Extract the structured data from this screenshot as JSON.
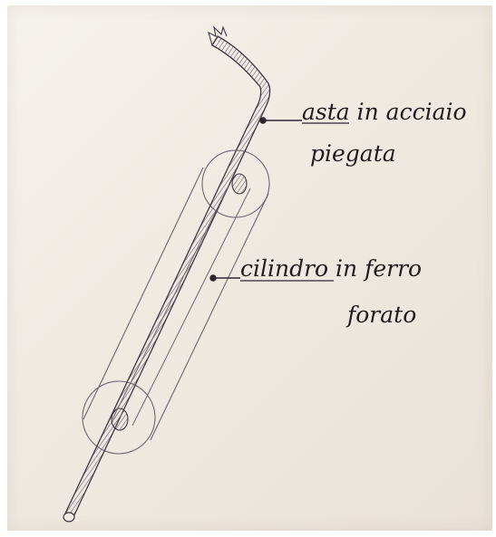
{
  "diagram": {
    "labels": {
      "rod_line1": "asta in acciaio",
      "rod_line2": "piegata",
      "cylinder_line1": "cilindro in ferro",
      "cylinder_line2": "forato"
    },
    "colors": {
      "paper": "#f1ece5",
      "ink": "#2a2730",
      "pencil": "#6b6672"
    }
  }
}
